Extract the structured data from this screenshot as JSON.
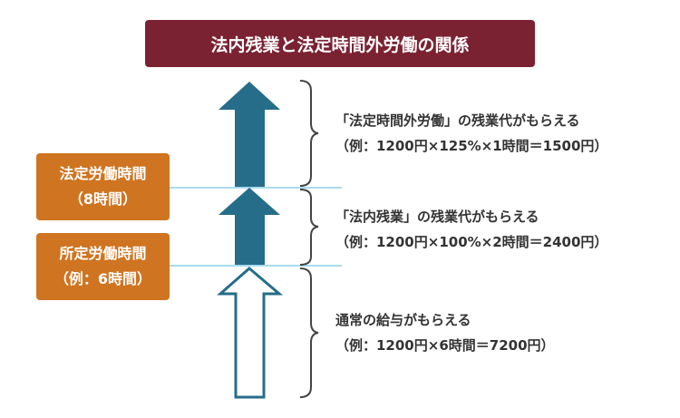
{
  "title": "法内残業と法定時間外労働の関係",
  "boxes": [
    {
      "line1": "法定労働時間",
      "line2": "（8時間）"
    },
    {
      "line1": "所定労働時間",
      "line2": "（例：6時間）"
    }
  ],
  "segments": [
    {
      "line1": "「法定時間外労働」の残業代がもらえる",
      "line2": "（例：1200円×125%×1時間＝1500円）"
    },
    {
      "line1": "「法内残業」の残業代がもらえる",
      "line2": "（例：1200円×100%×2時間＝2400円）"
    },
    {
      "line1": "通常の給与がもらえる",
      "line2": "（例：1200円×6時間＝7200円）"
    }
  ],
  "colors": {
    "title": "#7a2232",
    "box": "#cf7420",
    "arrow": "#256d89",
    "line": "#a8dcef"
  }
}
